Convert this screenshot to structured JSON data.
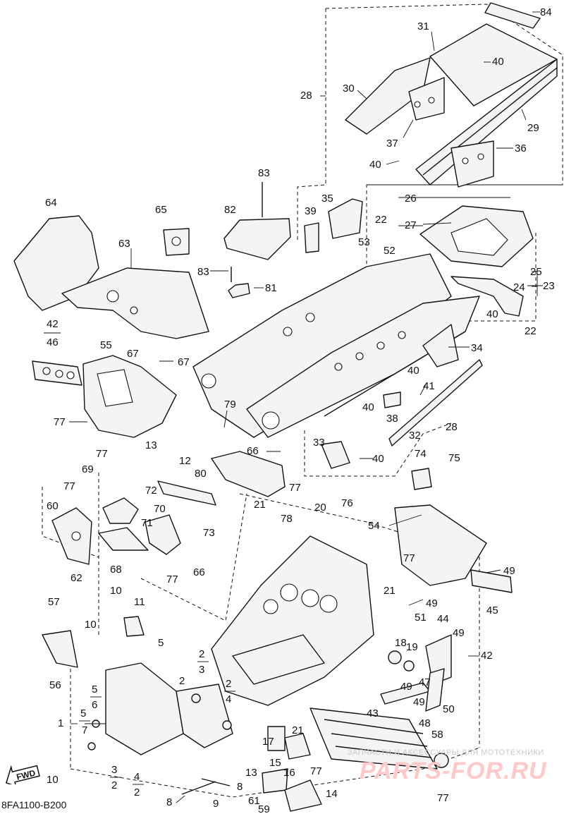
{
  "diagram": {
    "code": "8FA1100-B200",
    "fwd_label": "FWD",
    "watermark": {
      "line1": "ЗАПЧАСТИ И АКСЕССУАРЫ ДЛЯ МОТОТЕХНИКИ",
      "logo": "PARTS-FOR.RU"
    },
    "callouts": {
      "c84": "84",
      "c31": "31",
      "c40a": "40",
      "c30": "30",
      "c28a": "28",
      "c29": "29",
      "c37": "37",
      "c36": "36",
      "c40b": "40",
      "c83a": "83",
      "c35": "35",
      "c82": "82",
      "c39": "39",
      "c26": "26",
      "c22a": "22",
      "c27": "27",
      "c53": "53",
      "c52": "52",
      "c64": "64",
      "c65": "65",
      "c63": "63",
      "c83b": "83",
      "c81": "81",
      "c25": "25",
      "c24": "24",
      "c23": "23",
      "c42a": "42",
      "c46": "46",
      "c67a": "67",
      "c67b": "67",
      "c40c": "40",
      "c22b": "22",
      "c55": "55",
      "c34": "34",
      "c40d": "40",
      "c41": "41",
      "c77a": "77",
      "c79": "79",
      "c40e": "40",
      "c38": "38",
      "c32": "32",
      "c28b": "28",
      "c33": "33",
      "c40f": "40",
      "c66a": "66",
      "c13a": "13",
      "c77b": "77",
      "c74": "74",
      "c75": "75",
      "c12": "12",
      "c80": "80",
      "c69": "69",
      "c72": "72",
      "c77c": "77",
      "c77d": "77",
      "c78": "78",
      "c21a": "21",
      "c20": "20",
      "c76": "76",
      "c54": "54",
      "c60": "60",
      "c70": "70",
      "c71": "71",
      "c73": "73",
      "c62": "62",
      "c68": "68",
      "c66b": "66",
      "c77e": "77",
      "c49a": "49",
      "c77f": "77",
      "c21b": "21",
      "c49b": "49",
      "c45": "45",
      "c51": "51",
      "c10a": "10",
      "c11": "11",
      "c57": "57",
      "c44": "44",
      "c10b": "10",
      "c5a": "5",
      "c49c": "49",
      "c18": "18",
      "c19": "19",
      "c42b": "42",
      "c2a": "2",
      "c3a": "3",
      "c56": "56",
      "c5b": "5",
      "c6": "6",
      "c2b": "2",
      "c4a": "4",
      "c47": "47",
      "c49d": "49",
      "c50": "50",
      "c5c": "5",
      "c7": "7",
      "c1": "1",
      "c49e": "49",
      "c43": "43",
      "c48": "48",
      "c21c": "21",
      "c17": "17",
      "c15": "15",
      "c13b": "13",
      "c58": "58",
      "c3b": "3",
      "c2c": "2",
      "c4b": "4",
      "c2d": "2",
      "c16": "16",
      "c77g": "77",
      "c10c": "10",
      "c14": "14",
      "c8a": "8",
      "c8b": "8",
      "c9": "9",
      "c61": "61",
      "c59": "59",
      "c77h": "77"
    }
  }
}
